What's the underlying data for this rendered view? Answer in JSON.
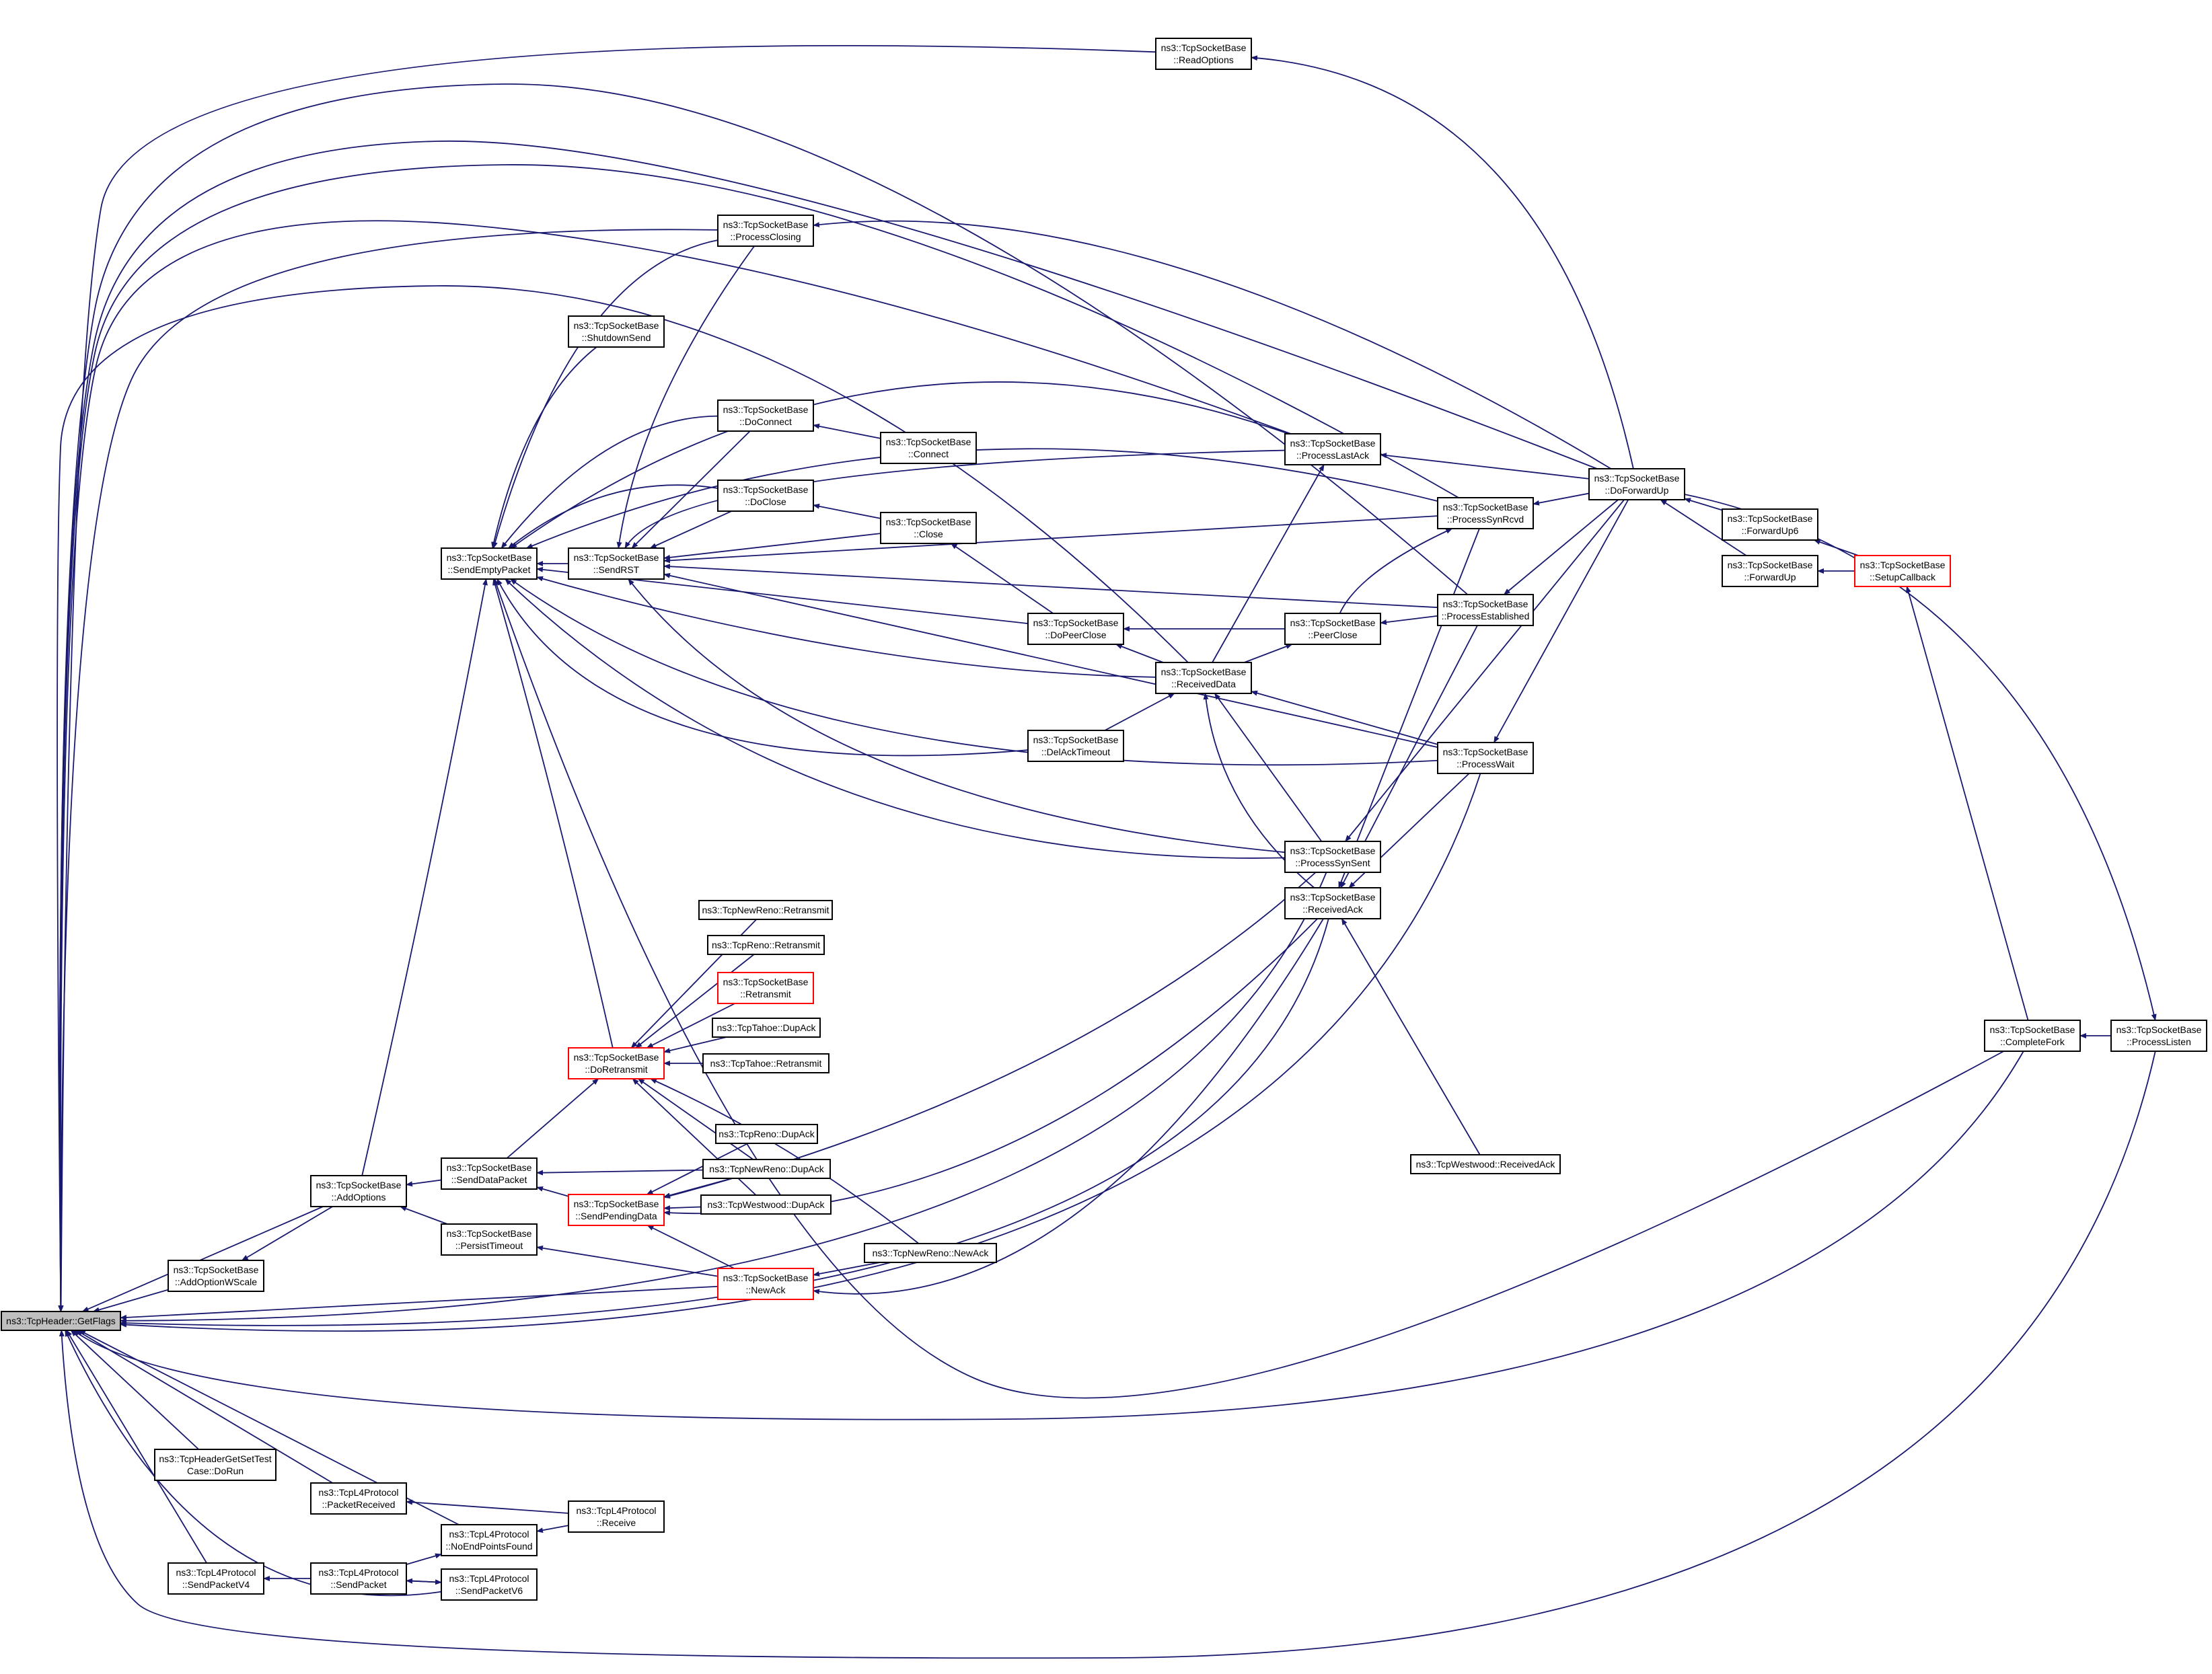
{
  "colors": {
    "edge": "#191970",
    "node_border": "#000000",
    "node_border_truncated": "#ff0000",
    "root_fill": "#bfbfbf",
    "node_fill": "#ffffff"
  },
  "nodes": [
    {
      "id": "getflags",
      "lines": [
        "ns3::TcpHeader::GetFlags"
      ],
      "style": "root"
    },
    {
      "id": "addoptionwscale",
      "lines": [
        "ns3::TcpSocketBase",
        "::AddOptionWScale"
      ]
    },
    {
      "id": "addoptions",
      "lines": [
        "ns3::TcpSocketBase",
        "::AddOptions"
      ]
    },
    {
      "id": "senddatapacket",
      "lines": [
        "ns3::TcpSocketBase",
        "::SendDataPacket"
      ]
    },
    {
      "id": "persisttimeout",
      "lines": [
        "ns3::TcpSocketBase",
        "::PersistTimeout"
      ]
    },
    {
      "id": "sendpendingdata",
      "lines": [
        "ns3::TcpSocketBase",
        "::SendPendingData"
      ],
      "style": "truncated"
    },
    {
      "id": "newack",
      "lines": [
        "ns3::TcpSocketBase",
        "::NewAck"
      ],
      "style": "truncated"
    },
    {
      "id": "newreno_newack",
      "lines": [
        "ns3::TcpNewReno::NewAck"
      ]
    },
    {
      "id": "doretransmit",
      "lines": [
        "ns3::TcpSocketBase",
        "::DoRetransmit"
      ],
      "style": "truncated"
    },
    {
      "id": "newreno_retransmit",
      "lines": [
        "ns3::TcpNewReno::Retransmit"
      ]
    },
    {
      "id": "reno_retransmit",
      "lines": [
        "ns3::TcpReno::Retransmit"
      ]
    },
    {
      "id": "tsb_retransmit",
      "lines": [
        "ns3::TcpSocketBase",
        "::Retransmit"
      ],
      "style": "truncated"
    },
    {
      "id": "tahoe_dupack",
      "lines": [
        "ns3::TcpTahoe::DupAck"
      ]
    },
    {
      "id": "tahoe_retransmit",
      "lines": [
        "ns3::TcpTahoe::Retransmit"
      ]
    },
    {
      "id": "reno_dupack",
      "lines": [
        "ns3::TcpReno::DupAck"
      ]
    },
    {
      "id": "newreno_dupack",
      "lines": [
        "ns3::TcpNewReno::DupAck"
      ]
    },
    {
      "id": "westwood_dupack",
      "lines": [
        "ns3::TcpWestwood::DupAck"
      ]
    },
    {
      "id": "sendemptypacket",
      "lines": [
        "ns3::TcpSocketBase",
        "::SendEmptyPacket"
      ]
    },
    {
      "id": "sendrst",
      "lines": [
        "ns3::TcpSocketBase",
        "::SendRST"
      ]
    },
    {
      "id": "shutdownsend",
      "lines": [
        "ns3::TcpSocketBase",
        "::ShutdownSend"
      ]
    },
    {
      "id": "doconnect",
      "lines": [
        "ns3::TcpSocketBase",
        "::DoConnect"
      ]
    },
    {
      "id": "connect",
      "lines": [
        "ns3::TcpSocketBase",
        "::Connect"
      ]
    },
    {
      "id": "doclose",
      "lines": [
        "ns3::TcpSocketBase",
        "::DoClose"
      ]
    },
    {
      "id": "close",
      "lines": [
        "ns3::TcpSocketBase",
        "::Close"
      ]
    },
    {
      "id": "dopeerclose",
      "lines": [
        "ns3::TcpSocketBase",
        "::DoPeerClose"
      ]
    },
    {
      "id": "delacktimeout",
      "lines": [
        "ns3::TcpSocketBase",
        "::DelAckTimeout"
      ]
    },
    {
      "id": "processclosing",
      "lines": [
        "ns3::TcpSocketBase",
        "::ProcessClosing"
      ]
    },
    {
      "id": "readoptions",
      "lines": [
        "ns3::TcpSocketBase",
        "::ReadOptions"
      ]
    },
    {
      "id": "receiveddata",
      "lines": [
        "ns3::TcpSocketBase",
        "::ReceivedData"
      ]
    },
    {
      "id": "peerclose",
      "lines": [
        "ns3::TcpSocketBase",
        "::PeerClose"
      ]
    },
    {
      "id": "processlastack",
      "lines": [
        "ns3::TcpSocketBase",
        "::ProcessLastAck"
      ]
    },
    {
      "id": "processsynsent",
      "lines": [
        "ns3::TcpSocketBase",
        "::ProcessSynSent"
      ]
    },
    {
      "id": "receivedack",
      "lines": [
        "ns3::TcpSocketBase",
        "::ReceivedAck"
      ]
    },
    {
      "id": "processsynrcvd",
      "lines": [
        "ns3::TcpSocketBase",
        "::ProcessSynRcvd"
      ]
    },
    {
      "id": "processestablished",
      "lines": [
        "ns3::TcpSocketBase",
        "::ProcessEstablished"
      ]
    },
    {
      "id": "processwait",
      "lines": [
        "ns3::TcpSocketBase",
        "::ProcessWait"
      ]
    },
    {
      "id": "westwood_receivedack",
      "lines": [
        "ns3::TcpWestwood::ReceivedAck"
      ]
    },
    {
      "id": "doforwardup",
      "lines": [
        "ns3::TcpSocketBase",
        "::DoForwardUp"
      ]
    },
    {
      "id": "forwardup6",
      "lines": [
        "ns3::TcpSocketBase",
        "::ForwardUp6"
      ]
    },
    {
      "id": "forwardup",
      "lines": [
        "ns3::TcpSocketBase",
        "::ForwardUp"
      ]
    },
    {
      "id": "setupcallback",
      "lines": [
        "ns3::TcpSocketBase",
        "::SetupCallback"
      ],
      "style": "truncated"
    },
    {
      "id": "completefork",
      "lines": [
        "ns3::TcpSocketBase",
        "::CompleteFork"
      ]
    },
    {
      "id": "processlisten",
      "lines": [
        "ns3::TcpSocketBase",
        "::ProcessListen"
      ]
    },
    {
      "id": "testcase_dorun",
      "lines": [
        "ns3::TcpHeaderGetSetTest",
        "Case::DoRun"
      ]
    },
    {
      "id": "packetreceived",
      "lines": [
        "ns3::TcpL4Protocol",
        "::PacketReceived"
      ]
    },
    {
      "id": "receive",
      "lines": [
        "ns3::TcpL4Protocol",
        "::Receive"
      ]
    },
    {
      "id": "noendpointsfound",
      "lines": [
        "ns3::TcpL4Protocol",
        "::NoEndPointsFound"
      ]
    },
    {
      "id": "sendpacketv4",
      "lines": [
        "ns3::TcpL4Protocol",
        "::SendPacketV4"
      ]
    },
    {
      "id": "sendpacket",
      "lines": [
        "ns3::TcpL4Protocol",
        "::SendPacket"
      ]
    },
    {
      "id": "sendpacketv6",
      "lines": [
        "ns3::TcpL4Protocol",
        "::SendPacketV6"
      ]
    }
  ]
}
